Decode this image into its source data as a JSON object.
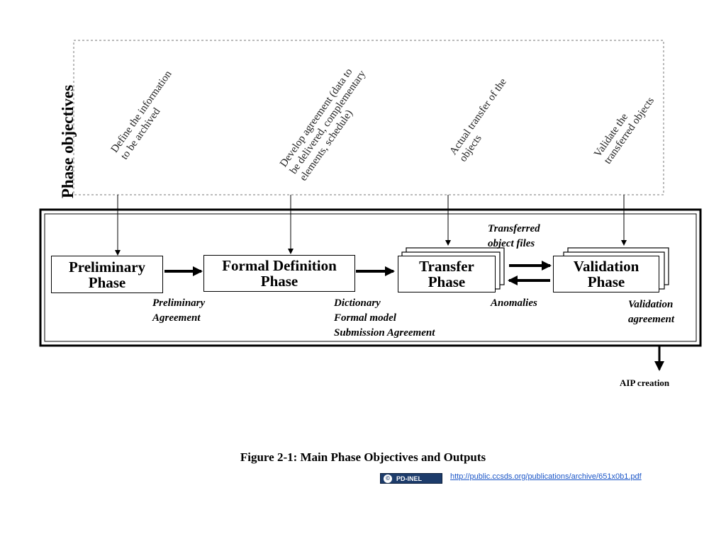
{
  "side_label": "Phase objectives",
  "objectives": [
    "Define the information\nto be archived",
    "Develop agreement (data to\nbe delivered, complementary\nelements, schedule)",
    "Actual transfer of the\nobjects",
    "Validate the\ntransferred objects"
  ],
  "phases": {
    "preliminary": "Preliminary\nPhase",
    "formal": "Formal Definition\nPhase",
    "transfer": "Transfer\nPhase",
    "validation": "Validation\nPhase"
  },
  "outputs": {
    "preliminary_agreement": "Preliminary\nAgreement",
    "dictionary": "Dictionary\nFormal model\nSubmission Agreement",
    "transferred_files": "Transferred\nobject files",
    "anomalies": "Anomalies",
    "validation_agreement": "Validation\nagreement",
    "aip_creation": "AIP creation"
  },
  "caption": "Figure 2-1:  Main Phase Objectives and Outputs",
  "footer": {
    "badge": "PD-INEL",
    "badge_icon": "cc-icon",
    "url": "http://public.ccsds.org/publications/archive/651x0b1.pdf"
  }
}
